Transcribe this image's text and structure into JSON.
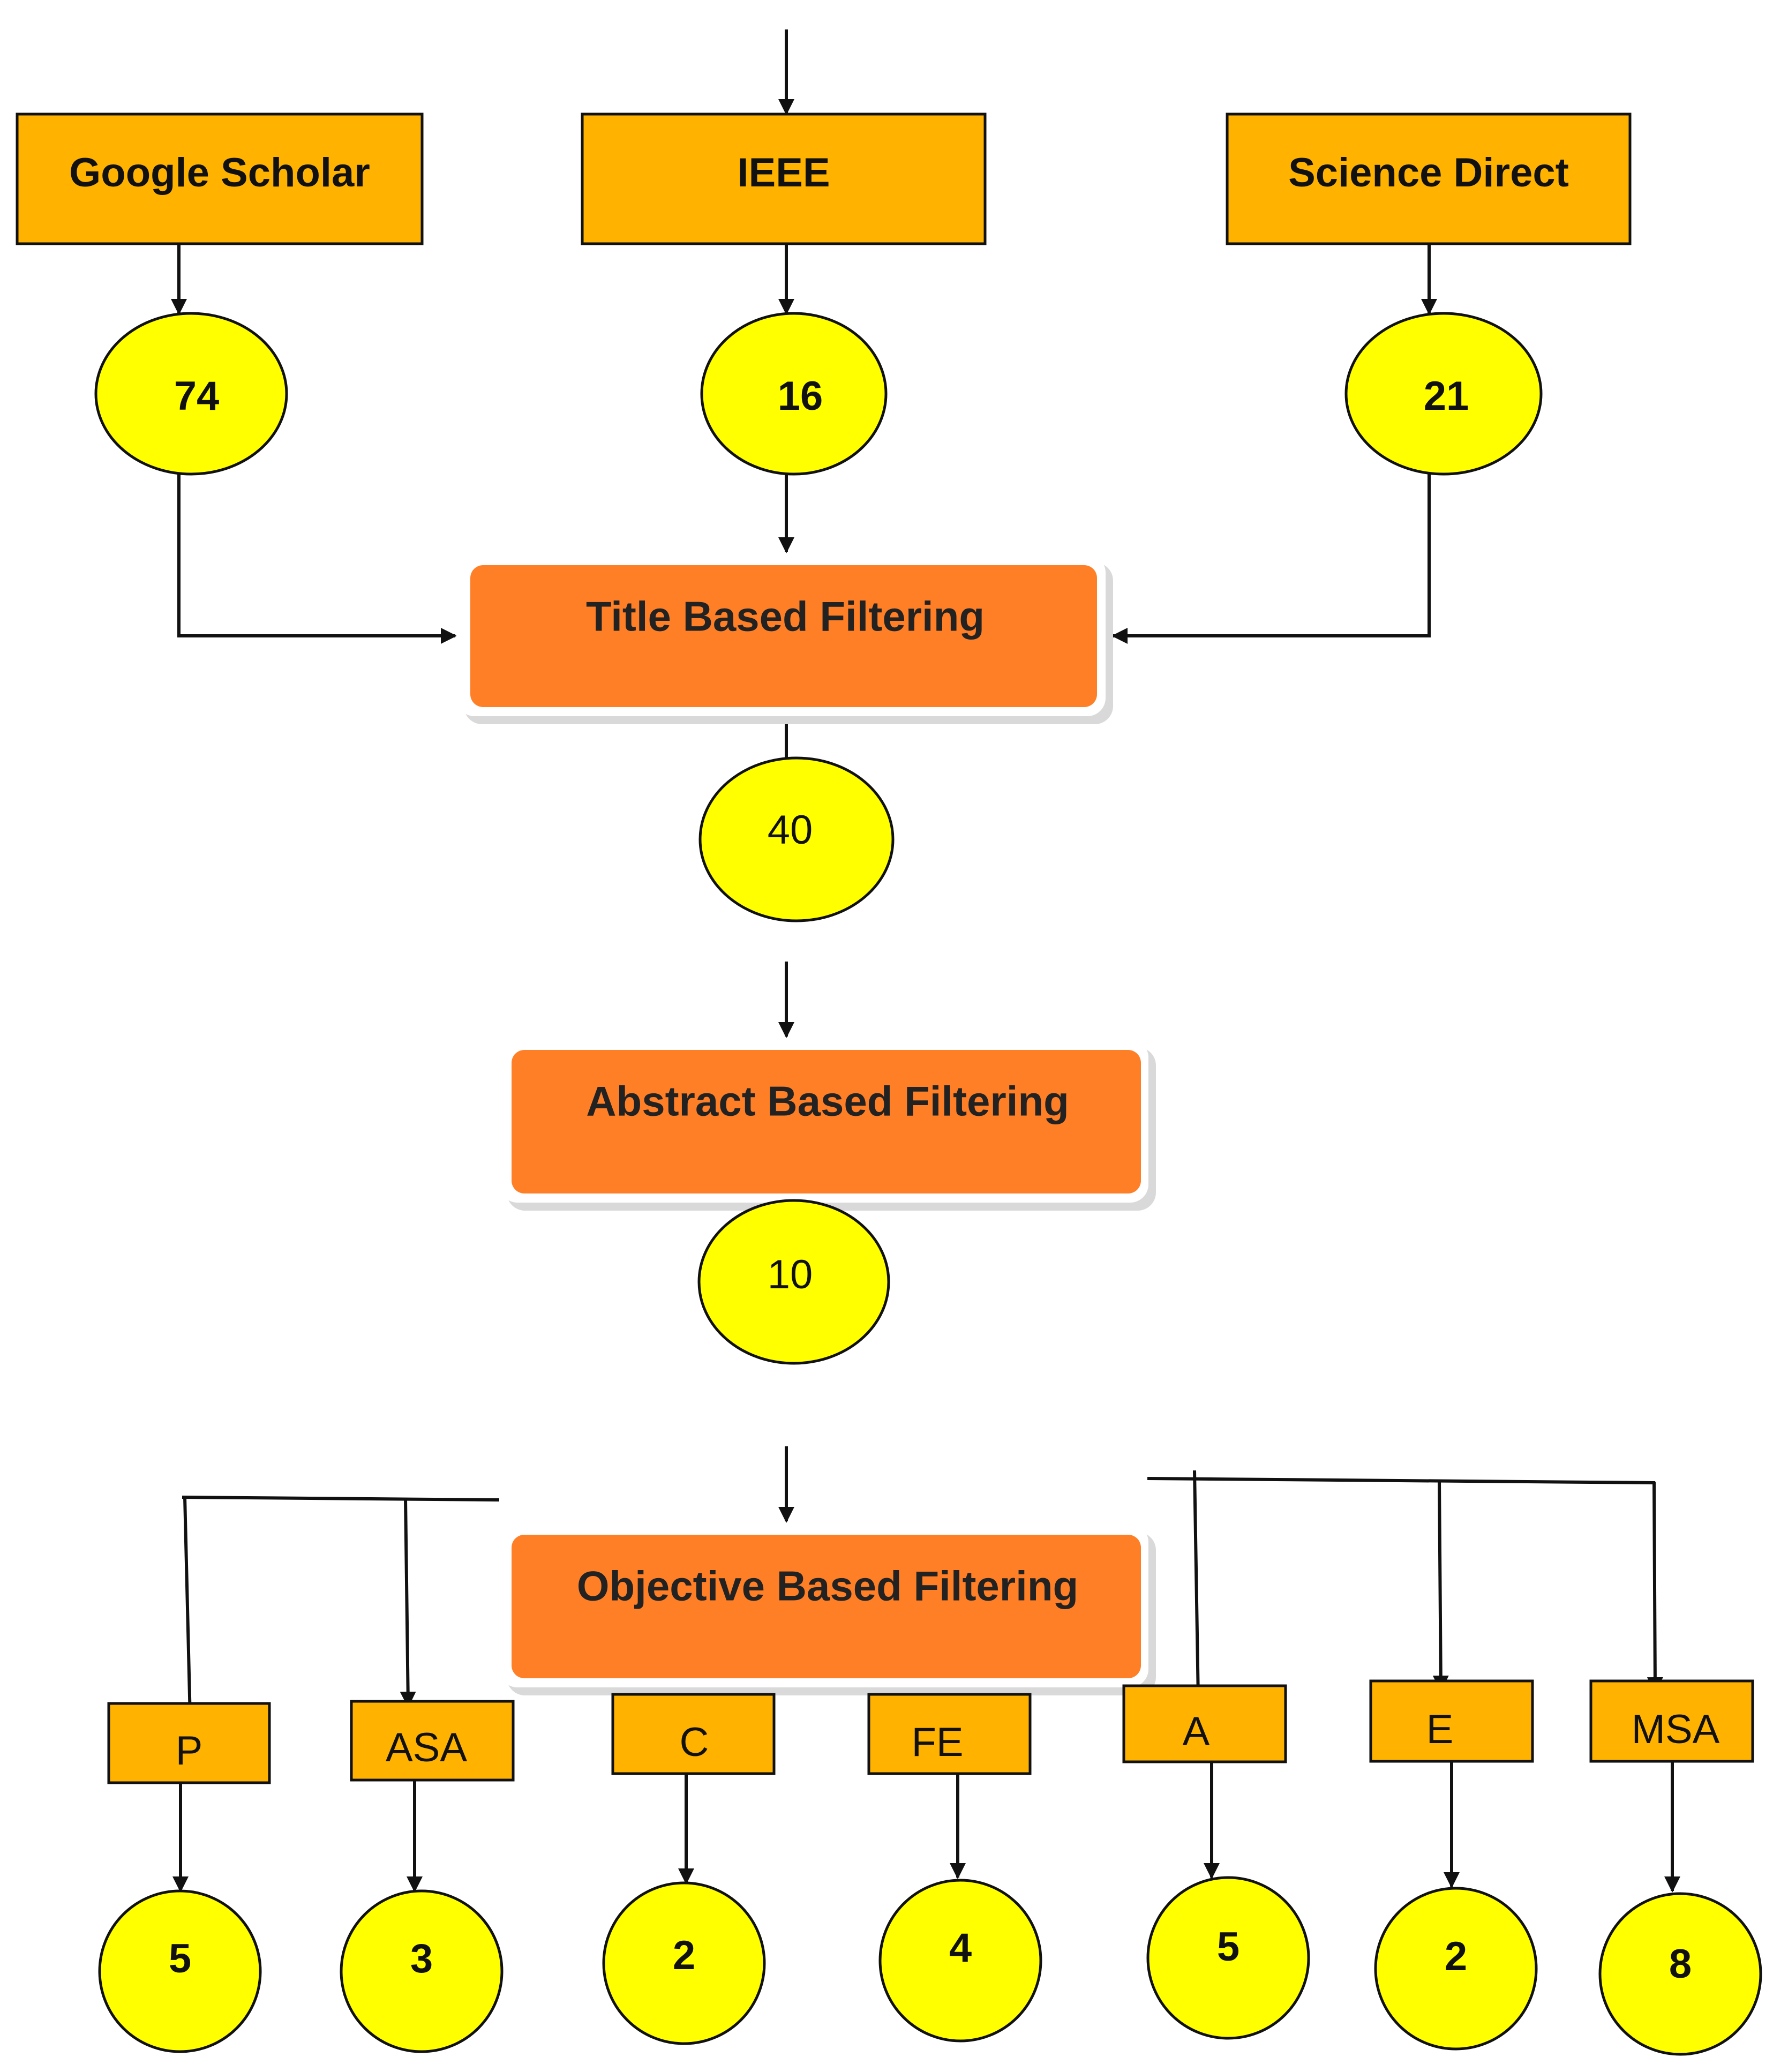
{
  "sources": [
    {
      "label": "Google Scholar",
      "count": "74"
    },
    {
      "label": "IEEE",
      "count": "16"
    },
    {
      "label": "Science Direct",
      "count": "21"
    }
  ],
  "stages": [
    {
      "label": "Title Based Filtering",
      "count": "40"
    },
    {
      "label": "Abstract Based Filtering",
      "count": "10"
    },
    {
      "label": "Objective Based Filtering"
    }
  ],
  "categories": [
    {
      "label": "P",
      "count": "5"
    },
    {
      "label": "ASA",
      "count": "3"
    },
    {
      "label": "C",
      "count": "2"
    },
    {
      "label": "FE",
      "count": "4"
    },
    {
      "label": "A",
      "count": "5"
    },
    {
      "label": "E",
      "count": "2"
    },
    {
      "label": "MSA",
      "count": "8"
    }
  ],
  "colors": {
    "source_box": "#FFB300",
    "count_circle": "#FFFF00",
    "stage_box": "#FF7F27",
    "connector": "#111111"
  }
}
